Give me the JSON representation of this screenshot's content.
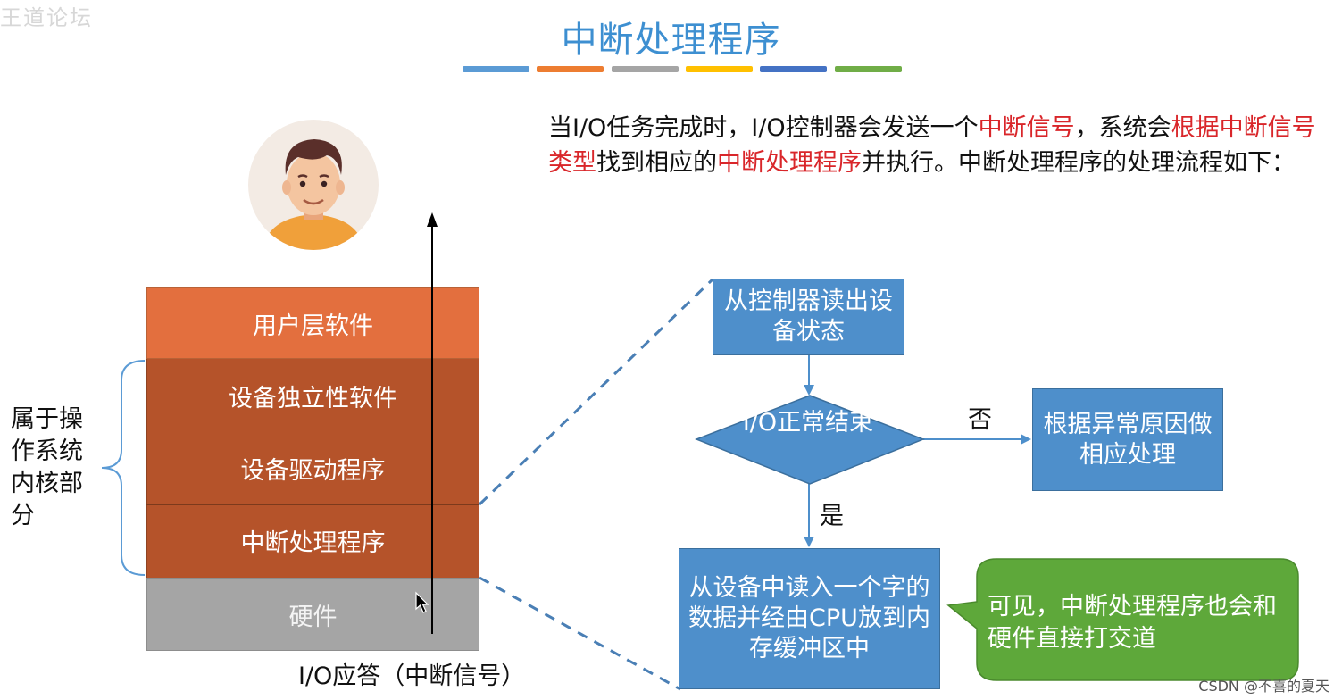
{
  "title": "中断处理程序",
  "watermark": "王道论坛",
  "stripes": [
    "#5b9bd5",
    "#ed7d31",
    "#a5a5a5",
    "#ffc000",
    "#4472c4",
    "#70ad47"
  ],
  "intro": {
    "p1": "当I/O任务完成时，I/O控制器会发送一个",
    "r1": "中断信号",
    "p2": "，系统会",
    "r2": "根据中断信号类型",
    "p3": "找到相应的",
    "r3": "中断处理程序",
    "p4": "并执行。中断处理程序的处理流程如下："
  },
  "layers": {
    "user": "用户层软件",
    "device_independent": "设备独立性软件",
    "driver": "设备驱动程序",
    "interrupt": "中断处理程序",
    "hardware": "硬件"
  },
  "kernel_side_label": "属于操作系统内核部分",
  "io_answer": "I/O应答（中断信号）",
  "flow": {
    "read_status": "从控制器读出设备状态",
    "decision": "I/O正常结束",
    "no": "否",
    "yes": "是",
    "exception": "根据异常原因做相应处理",
    "read_word": "从设备中读入一个字的数据并经由CPU放到内存缓冲区中"
  },
  "callout": "可见，中断处理程序也会和硬件直接打交道",
  "csdn": "CSDN @不喜的夏天",
  "colors": {
    "title": "#3d8fd1",
    "highlight": "#d9262a",
    "flow_box": "#4e8fcb",
    "callout": "#5ea83a",
    "user_layer": "#e36f3e",
    "kernel_layer": "#b5532a",
    "hardware_layer": "#a5a5a5"
  }
}
